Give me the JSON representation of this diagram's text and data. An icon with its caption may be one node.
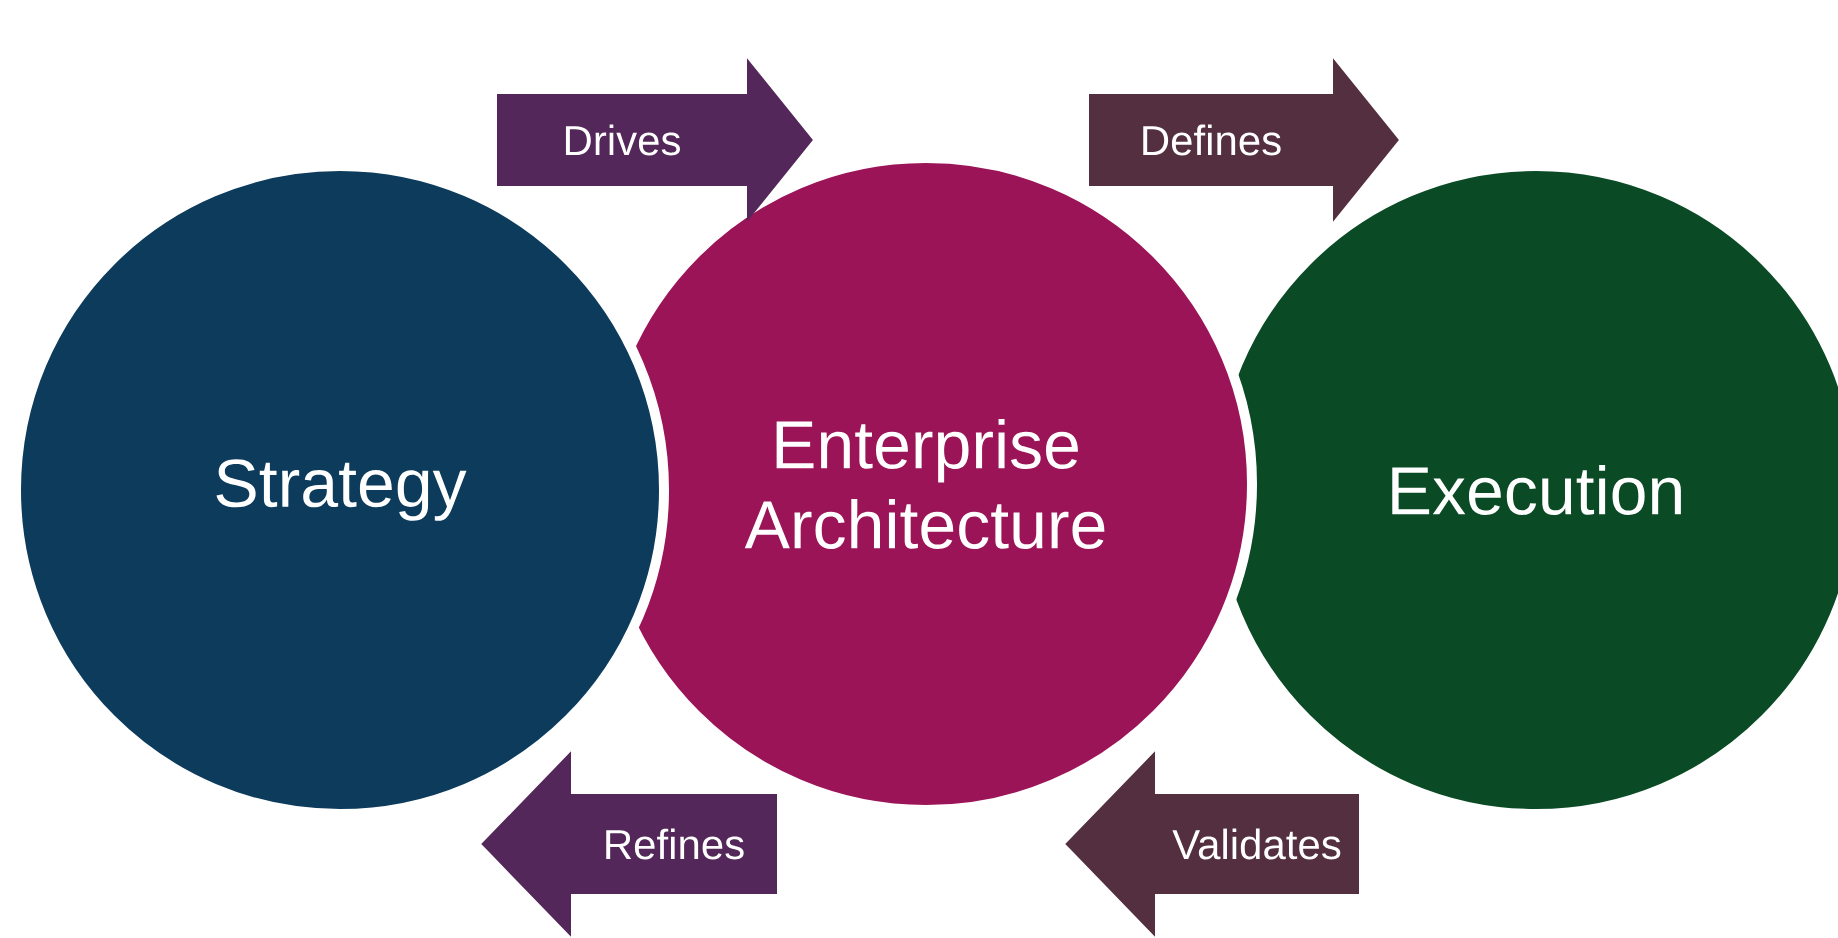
{
  "diagram": {
    "nodes": [
      {
        "text": [
          "Strategy"
        ]
      },
      {
        "text": [
          "Enterprise Architecture"
        ]
      },
      {
        "text": [
          "Execution"
        ]
      }
    ],
    "edges": [
      {
        "from": 0,
        "to": 1,
        "arrow": "to",
        "label": "Drives"
      },
      {
        "from": 1,
        "to": 2,
        "arrow": "to",
        "label": "Defines"
      },
      {
        "from": 1,
        "to": 0,
        "arrow": "to",
        "label": "Refines"
      },
      {
        "from": 2,
        "to": 1,
        "arrow": "to",
        "label": "Validates"
      }
    ]
  }
}
